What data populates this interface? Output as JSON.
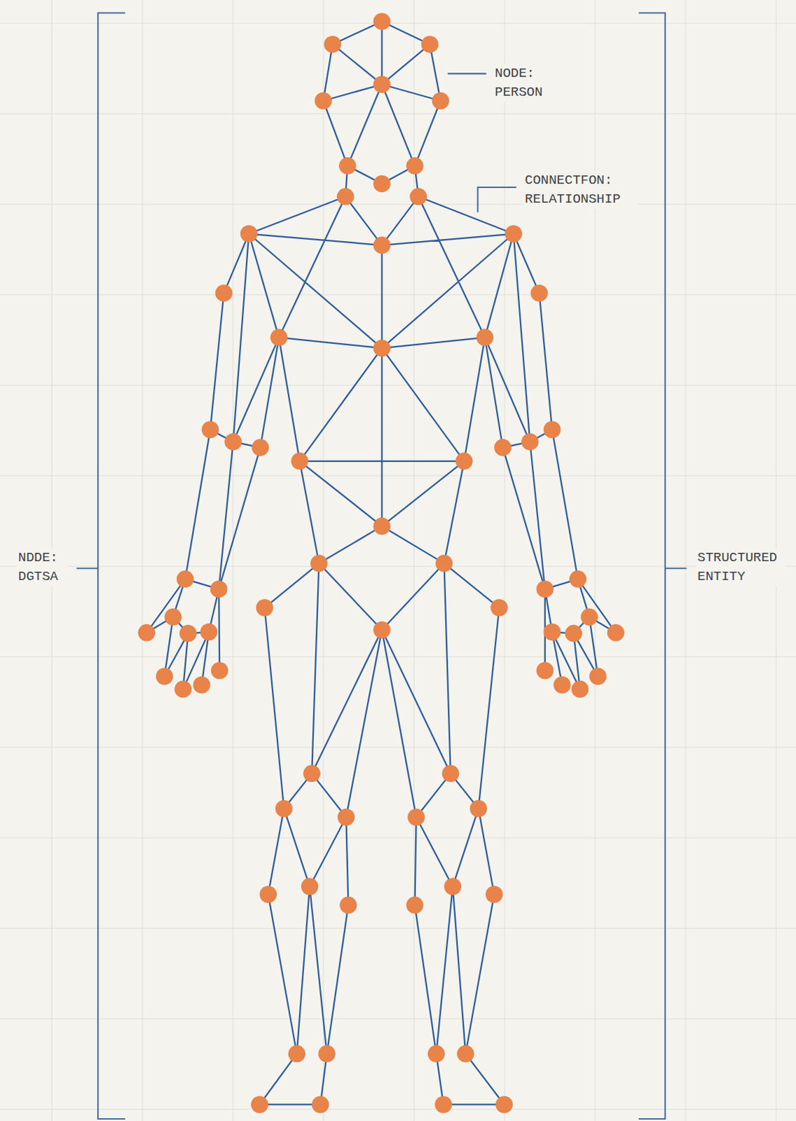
{
  "diagram": {
    "labels": [
      "NODE: PERSON",
      "CONNECTFON: RELATIONSHIP",
      "NDDE: DGTSA",
      "STRUCTURED ENTITY"
    ]
  }
}
